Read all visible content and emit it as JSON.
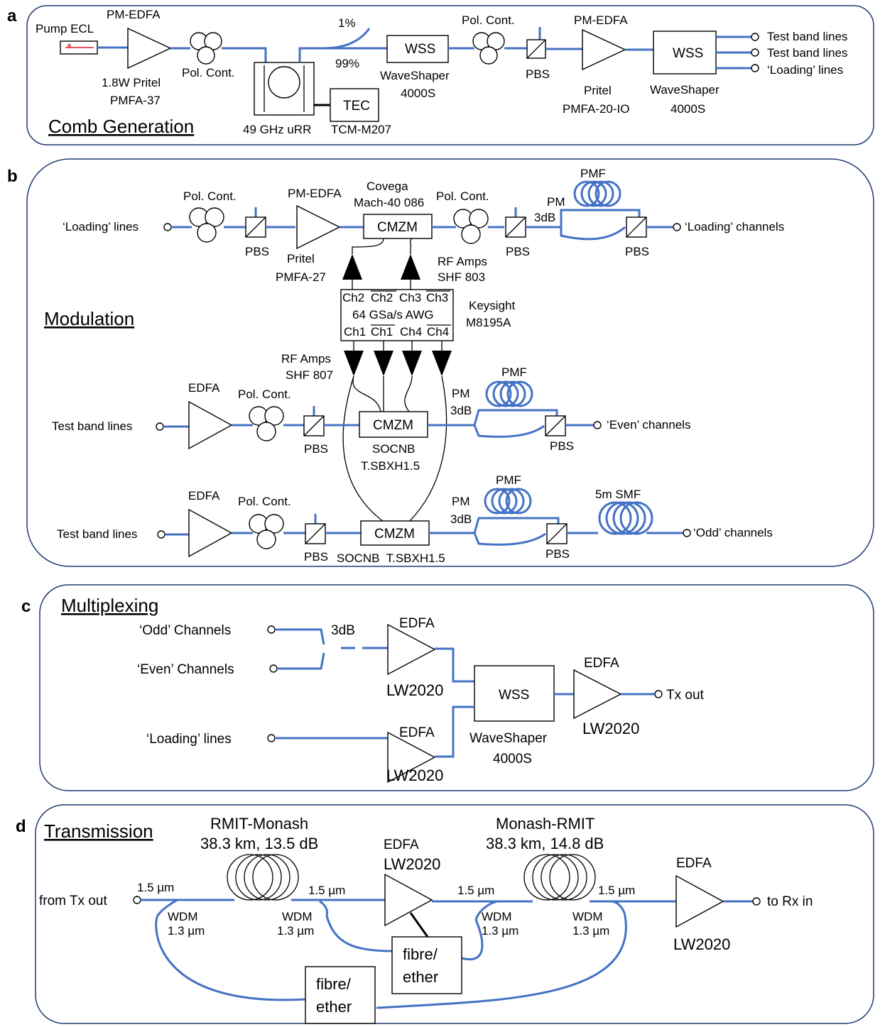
{
  "panel_letters": {
    "a": "a",
    "b": "b",
    "c": "c",
    "d": "d"
  },
  "titles": {
    "a": "Comb Generation",
    "b": "Modulation",
    "c": "Multiplexing",
    "d": "Transmission"
  },
  "a": {
    "pump": "Pump ECL",
    "edfa1_top": "PM-EDFA",
    "edfa1_l1": "1.8W Pritel",
    "edfa1_l2": "PMFA-37",
    "polcont1": "Pol. Cont.",
    "urr": "49 GHz uRR",
    "tec": "TEC",
    "tec_model": "TCM-M207",
    "tap1": "1%",
    "tap99": "99%",
    "wss1": "WSS",
    "wss1_l1": "WaveShaper",
    "wss1_l2": "4000S",
    "polcont2": "Pol. Cont.",
    "pbs": "PBS",
    "edfa2_top": "PM-EDFA",
    "edfa2_l1": "Pritel",
    "edfa2_l2": "PMFA-20-IO",
    "wss2": "WSS",
    "wss2_l1": "WaveShaper",
    "wss2_l2": "4000S",
    "out1": "Test band lines",
    "out2": "Test band lines",
    "out3": "‘Loading’ lines"
  },
  "b": {
    "r1_in": "‘Loading’ lines",
    "r1_polcont": "Pol. Cont.",
    "r1_pbs": "PBS",
    "r1_edfa_top": "PM-EDFA",
    "r1_edfa_l1": "Pritel",
    "r1_edfa_l2": "PMFA-27",
    "r1_mod_l1": "Covega",
    "r1_mod_l2": "Mach-40 086",
    "cmzm": "CMZM",
    "r1_polcont2": "Pol. Cont.",
    "r1_pbs2": "PBS",
    "pm": "PM",
    "db3": "3dB",
    "pmf": "PMF",
    "r1_pbs3": "PBS",
    "r1_out": "‘Loading’ channels",
    "rfamp1_l1": "RF Amps",
    "rfamp1_l2": "SHF 803",
    "awg_ch_top": [
      "Ch2",
      "Ch2",
      "Ch3",
      "Ch3"
    ],
    "awg_mid": "64 GSa/s AWG",
    "awg_ch_bot": [
      "Ch1",
      "Ch1",
      "Ch4",
      "Ch4"
    ],
    "awg_l1": "Keysight",
    "awg_l2": "M8195A",
    "rfamp2_l1": "RF Amps",
    "rfamp2_l2": "SHF 807",
    "r2_in": "Test band lines",
    "edfa": "EDFA",
    "r2_polcont": "Pol. Cont.",
    "r2_pbs": "PBS",
    "r2_mod_l1": "SOCNB",
    "r2_mod_l2": "T.SBXH1.5",
    "r2_pbs2": "PBS",
    "r2_out": "‘Even’ channels",
    "r3_in": "Test band lines",
    "r3_polcont": "Pol. Cont.",
    "r3_pbs": "PBS",
    "r3_mod": "SOCNB  T.SBXH1.5",
    "r3_pbs2": "PBS",
    "smf": "5m SMF",
    "r3_out": "‘Odd’ channels"
  },
  "c": {
    "odd": "‘Odd’ Channels",
    "even": "‘Even’ Channels",
    "db3": "3dB",
    "edfa": "EDFA",
    "lw": "LW2020",
    "wss": "WSS",
    "wss_l1": "WaveShaper",
    "wss_l2": "4000S",
    "loading": "‘Loading’ lines",
    "txout": "Tx out"
  },
  "d": {
    "rm_l1": "RMIT-Monash",
    "rm_l2": "38.3 km, 13.5 dB",
    "mr_l1": "Monash-RMIT",
    "mr_l2": "38.3 km, 14.8 dB",
    "edfa": "EDFA",
    "lw": "LW2020",
    "from": "from Tx out",
    "to": "to Rx in",
    "um15": "1.5 µm",
    "wdm": "WDM",
    "um13": "1.3 µm",
    "fibre": "fibre/",
    "ether": "ether"
  }
}
